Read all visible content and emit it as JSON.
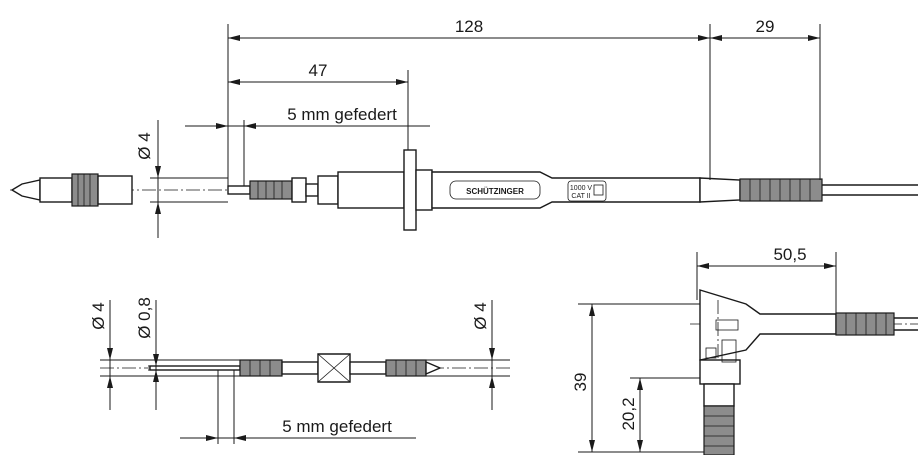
{
  "dimensions": {
    "length_128": "128",
    "length_29": "29",
    "length_47": "47",
    "spring_top": "5 mm gefedert",
    "diameter_top": "Ø 4",
    "diameter_left": "Ø 4",
    "diameter_pin": "Ø 0,8",
    "diameter_right": "Ø 4",
    "spring_bottom": "5 mm gefedert",
    "width_50_5": "50,5",
    "height_39": "39",
    "height_20_2": "20,2"
  },
  "marking": {
    "brand": "SCHÜTZINGER",
    "voltage": "1000 V",
    "category": "CAT II"
  }
}
